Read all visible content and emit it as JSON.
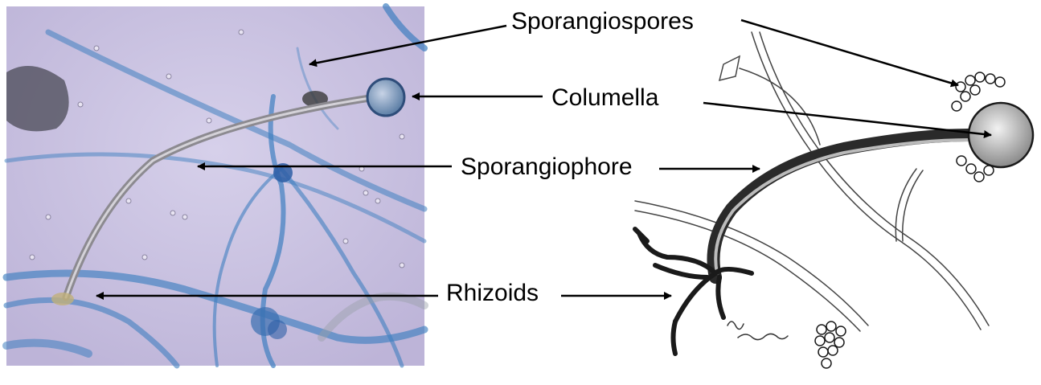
{
  "labels": {
    "sporangiospores": "Sporangiospores",
    "columella": "Columella",
    "sporangiophore": "Sporangiophore",
    "rhizoids": "Rhizoids"
  },
  "colors": {
    "micrograph_background": "#c9c2e2",
    "hyphae_blue": "#3f7fc0",
    "drawing_ink": "#1a1a1a",
    "arrow": "#000000"
  }
}
